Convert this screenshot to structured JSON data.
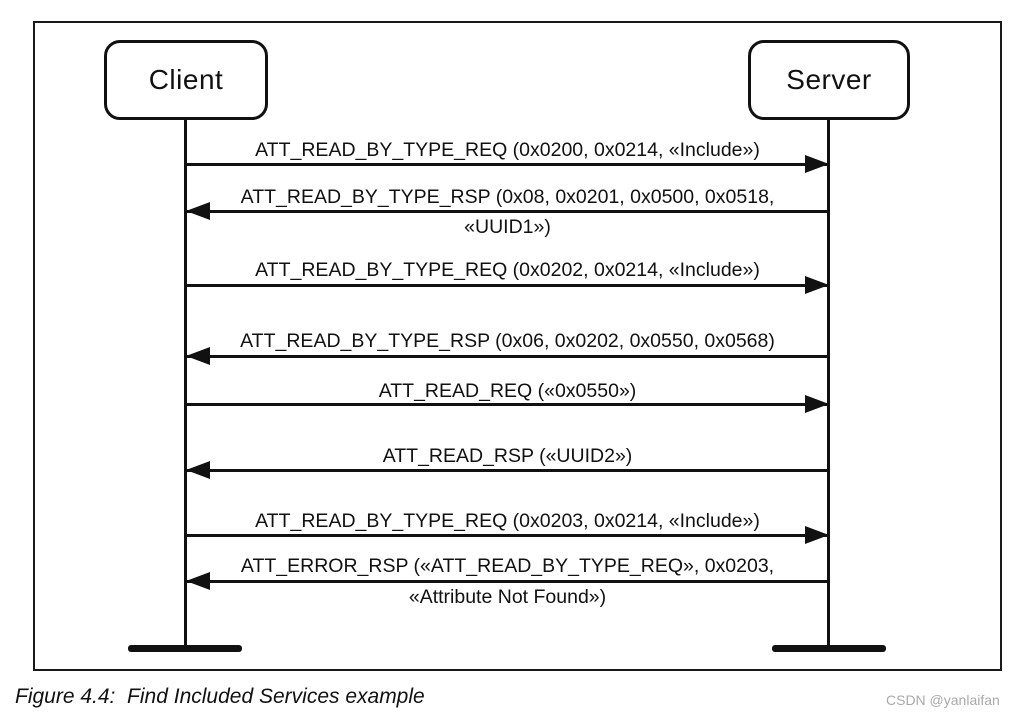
{
  "diagram": {
    "type": "sequence",
    "caption": "Figure 4.4:  Find Included Services example",
    "watermark": "CSDN @yanlaifan",
    "colors": {
      "line": "#111111",
      "background": "#ffffff",
      "watermark": "#a9a9a9"
    },
    "actors": [
      {
        "name": "Client"
      },
      {
        "name": "Server"
      }
    ],
    "messages": [
      {
        "from": "Client",
        "to": "Server",
        "direction": "right",
        "line1": "ATT_READ_BY_TYPE_REQ (0x0200, 0x0214, «Include»)",
        "line2": ""
      },
      {
        "from": "Server",
        "to": "Client",
        "direction": "left",
        "line1": "ATT_READ_BY_TYPE_RSP (0x08, 0x0201, 0x0500, 0x0518,",
        "line2": "«UUID1»)"
      },
      {
        "from": "Client",
        "to": "Server",
        "direction": "right",
        "line1": "ATT_READ_BY_TYPE_REQ (0x0202, 0x0214, «Include»)",
        "line2": ""
      },
      {
        "from": "Server",
        "to": "Client",
        "direction": "left",
        "line1": "ATT_READ_BY_TYPE_RSP (0x06, 0x0202, 0x0550, 0x0568)",
        "line2": ""
      },
      {
        "from": "Client",
        "to": "Server",
        "direction": "right",
        "line1": "ATT_READ_REQ («0x0550»)",
        "line2": ""
      },
      {
        "from": "Server",
        "to": "Client",
        "direction": "left",
        "line1": "ATT_READ_RSP («UUID2»)",
        "line2": ""
      },
      {
        "from": "Client",
        "to": "Server",
        "direction": "right",
        "line1": "ATT_READ_BY_TYPE_REQ (0x0203, 0x0214, «Include»)",
        "line2": ""
      },
      {
        "from": "Server",
        "to": "Client",
        "direction": "left",
        "line1": "ATT_ERROR_RSP («ATT_READ_BY_TYPE_REQ», 0x0203,",
        "line2": "«Attribute Not Found»)"
      }
    ]
  }
}
